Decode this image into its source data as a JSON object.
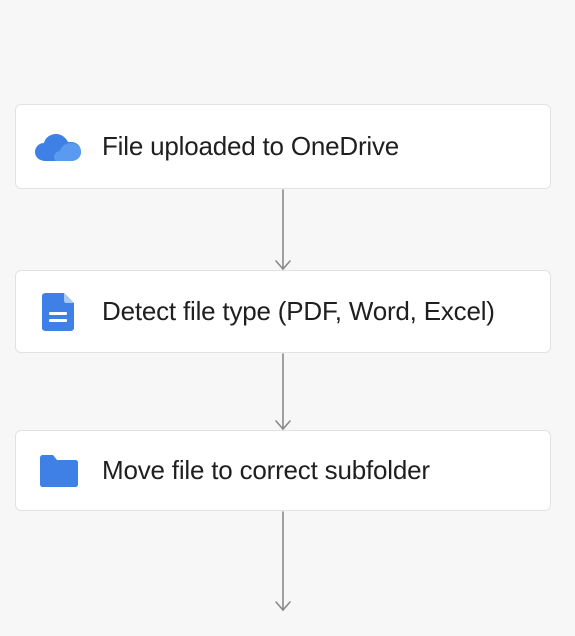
{
  "steps": [
    {
      "label": "File uploaded to OneDrive",
      "icon": "onedrive-cloud-icon"
    },
    {
      "label": "Detect file type (PDF, Word, Excel)",
      "icon": "document-icon"
    },
    {
      "label": "Move file to correct subfolder",
      "icon": "folder-icon"
    }
  ],
  "colors": {
    "background": "#f7f7f7",
    "card": "#ffffff",
    "card_border": "#e2e2e2",
    "text": "#1f1f1f",
    "arrow": "#8a8a8a",
    "icon_blue": "#3f80e6",
    "icon_blue_dark": "#1f5fc8"
  }
}
